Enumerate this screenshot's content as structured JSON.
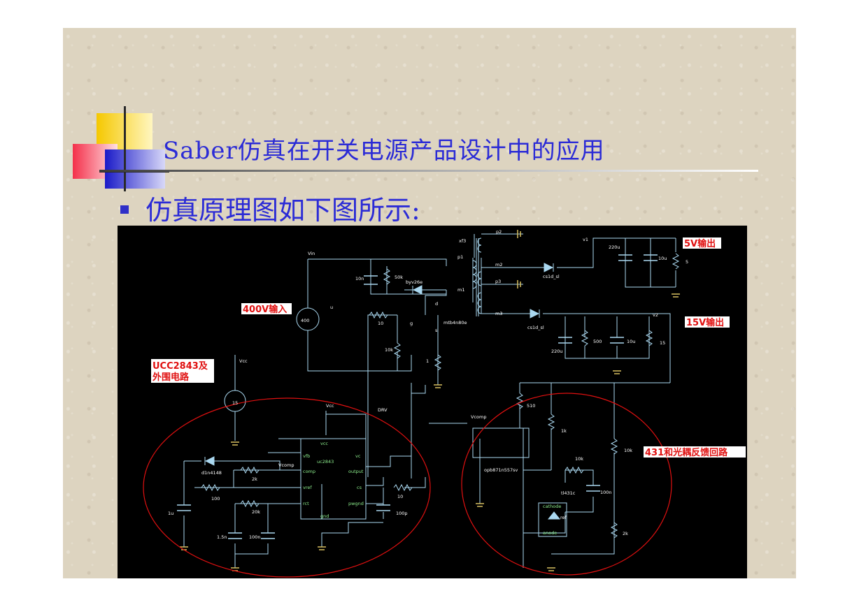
{
  "slide": {
    "title": "Saber仿真在开关电源产品设计中的应用",
    "bullet": "仿真原理图如下图所示:"
  },
  "colors": {
    "background": "#ddd4c0",
    "title": "#2b2bd6",
    "schematic_bg": "#000000",
    "wire": "#aad8f0",
    "annotation_red": "#e01010"
  },
  "schematic": {
    "annotations": {
      "out5v": "5V输出",
      "out15v": "15V输出",
      "in400v": "400V输入",
      "ucc": "UCC2843及",
      "ucc2": "外围电路",
      "fb": "431和光耦反馈回路"
    },
    "labels": {
      "vin": "Vin",
      "xfmr": "xf3",
      "p2": "p2",
      "p1": "p1",
      "m2": "m2",
      "p3": "p3",
      "m1": "m1",
      "m3": "m3",
      "v1": "v1",
      "v2": "v2",
      "c220u_a": "220u",
      "c10u_a": "10u",
      "r5": "5",
      "c10n": "10n",
      "r50k": "50k",
      "byv": "byv26e",
      "d1": "cs1d_sl",
      "d2": "cs1d_sl",
      "src400": "400",
      "src_u": "u",
      "r10a": "10",
      "fet": "mtb4n80e",
      "fet_d": "d",
      "fet_g": "g",
      "fet_s": "s",
      "r10k_a": "10k",
      "r1": "1",
      "c220u_b": "220u",
      "r500": "500",
      "c10u_b": "10u",
      "r15": "15",
      "vcc1": "Vcc",
      "src15": "15",
      "vcc2": "Vcc",
      "drv": "DRV",
      "vcomp1": "Vcomp",
      "vcomp2": "Vcomp",
      "ic_vcc": "vcc",
      "ic_vfb": "vfb",
      "ic_name": "uc2843",
      "ic_vc": "vc",
      "ic_comp": "comp",
      "ic_output": "output",
      "ic_vref": "vref",
      "ic_cs": "cs",
      "ic_rct": "rct",
      "ic_pwrgnd": "pwgnd",
      "ic_gnd": "gnd",
      "dz": "d1n4148",
      "r2k": "2k",
      "r100": "100",
      "r20k": "20k",
      "r10b": "10",
      "c1u": "1u",
      "c15n": "1.5n",
      "c100n_a": "100n",
      "c100p": "100p",
      "r510": "510",
      "r1k": "1k",
      "opto": "opb871n557sv",
      "r10k_b": "10k",
      "r10k_c": "10k",
      "tl431": "tl431c",
      "c100n_b": "100n",
      "cathode": "cathode",
      "ref": "ref",
      "anode": "anode",
      "r2k_b": "2k"
    }
  }
}
